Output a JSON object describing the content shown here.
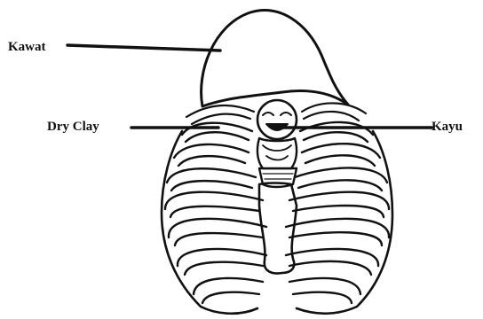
{
  "diagram": {
    "labels": {
      "kawat": "Kawat",
      "dry_clay": "Dry Clay",
      "kayu": "Kayu"
    },
    "colors": {
      "ink": "#111111",
      "background": "#ffffff"
    }
  }
}
